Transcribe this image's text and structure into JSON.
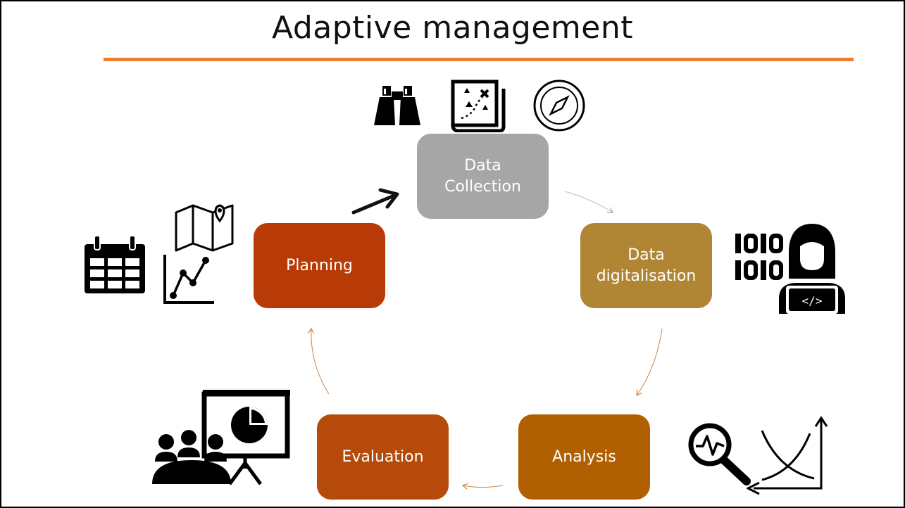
{
  "title": "Adaptive management",
  "colors": {
    "accent_rule": "#ED7D31",
    "data_collection": "#A6A6A6",
    "data_digitalisation": "#B08534",
    "analysis": "#B06000",
    "evaluation": "#B54A0B",
    "planning": "#B83A06",
    "thin_arrow": "#C8864B"
  },
  "cycle": [
    {
      "id": "data_collection",
      "label": "Data\nCollection"
    },
    {
      "id": "data_digitalisation",
      "label": "Data\ndigitalisation"
    },
    {
      "id": "analysis",
      "label": "Analysis"
    },
    {
      "id": "evaluation",
      "label": "Evaluation"
    },
    {
      "id": "planning",
      "label": "Planning"
    }
  ],
  "icons": {
    "data_collection": [
      "binoculars-icon",
      "treasure-map-icon",
      "compass-icon"
    ],
    "data_digitalisation": [
      "binary-code-icon",
      "programmer-icon"
    ],
    "analysis": [
      "magnifier-pulse-icon",
      "crossing-curves-chart-icon"
    ],
    "evaluation": [
      "presentation-meeting-icon"
    ],
    "planning": [
      "calendar-icon",
      "map-pin-icon",
      "line-graph-icon"
    ]
  },
  "arrows": [
    {
      "from": "data_collection",
      "to": "data_digitalisation",
      "style": "thin"
    },
    {
      "from": "data_digitalisation",
      "to": "analysis",
      "style": "thin"
    },
    {
      "from": "analysis",
      "to": "evaluation",
      "style": "thin"
    },
    {
      "from": "evaluation",
      "to": "planning",
      "style": "thin"
    },
    {
      "from": "planning",
      "to": "data_collection",
      "style": "bold"
    }
  ]
}
